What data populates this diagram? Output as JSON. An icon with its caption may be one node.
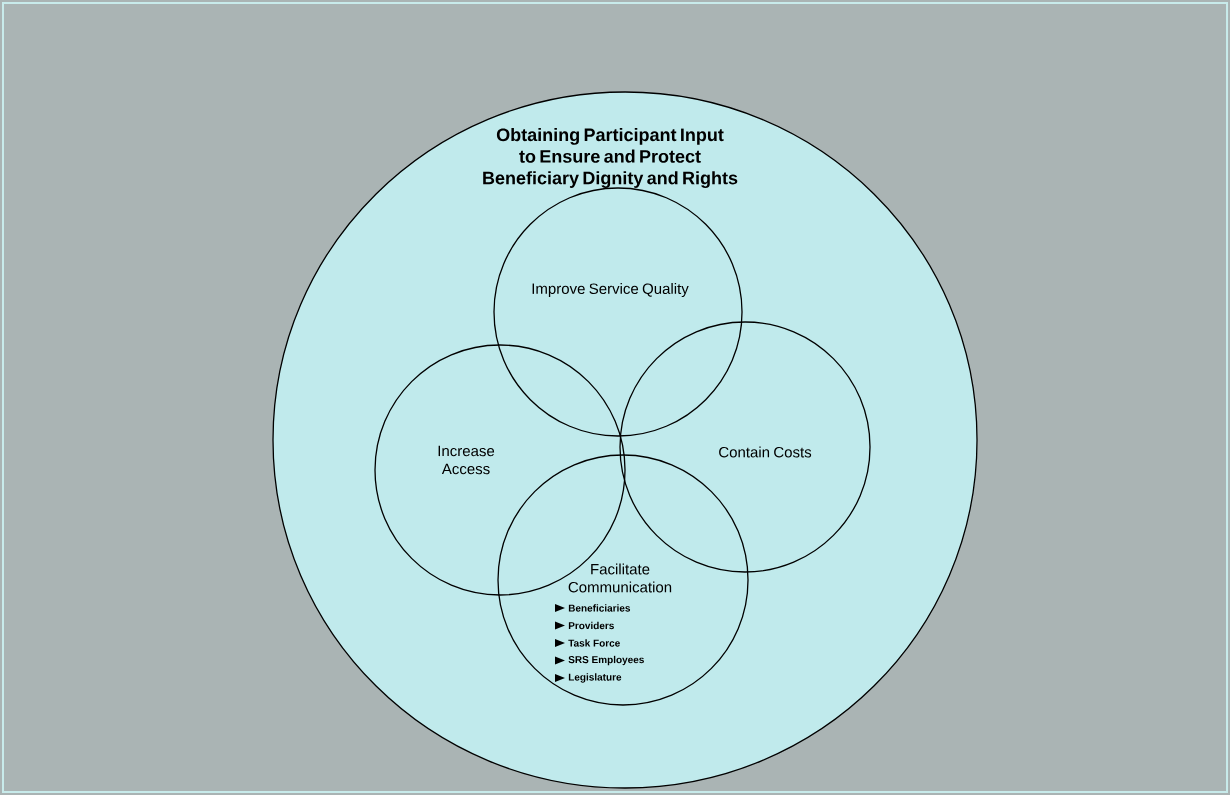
{
  "diagram": {
    "nodes": [
      {
        "text": [
          "Obtaining Participant Input to Ensure and Protect Beneficiary Dignity and Rights"
        ]
      },
      {
        "text": [
          "Improve Service Quality"
        ],
        "in": 0
      },
      {
        "text": [
          "Increase Access"
        ],
        "in": 0
      },
      {
        "text": [
          "Contain Costs"
        ],
        "in": 0
      },
      {
        "text": [
          "Facilitate Communication",
          "Beneficiaries",
          "Providers",
          "Task Force",
          "SRS Employees",
          "Legislature"
        ],
        "in": 0
      }
    ]
  }
}
